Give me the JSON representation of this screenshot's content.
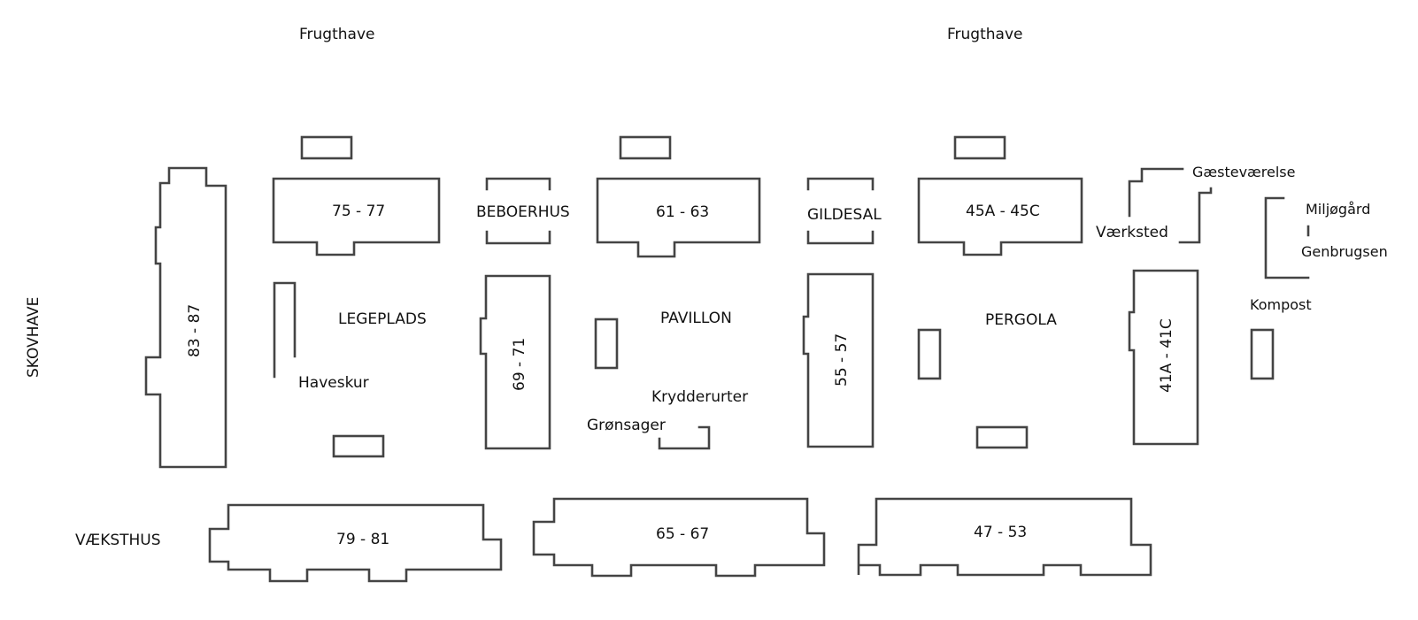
{
  "map": {
    "labels": {
      "frugthave_left": "Frugthave",
      "frugthave_right": "Frugthave",
      "skovhave": "SKOVHAVE",
      "vaeksthus": "VÆKSTHUS",
      "beboerhus": "BEBOERHUS",
      "gildesal": "GILDESAL",
      "legeplads": "LEGEPLADS",
      "pavillon": "PAVILLON",
      "pergola": "PERGOLA",
      "haveskur": "Haveskur",
      "krydderurter": "Krydderurter",
      "gronsager": "Grønsager",
      "gaestevaerelse": "Gæsteværelse",
      "vaerksted": "Værksted",
      "miljogard": "Miljøgård",
      "genbrugsen": "Genbrugsen",
      "kompost": "Kompost"
    },
    "buildings": {
      "b83_87": "83 - 87",
      "b75_77": "75 - 77",
      "b61_63": "61 - 63",
      "b45a_45c": "45A - 45C",
      "b69_71": "69 - 71",
      "b55_57": "55 - 57",
      "b41a_41c": "41A - 41C",
      "b79_81": "79 - 81",
      "b65_67": "65 - 67",
      "b47_53": "47 - 53"
    },
    "colors": {
      "outline": "#444444",
      "text": "#111111",
      "background": "#ffffff"
    }
  }
}
